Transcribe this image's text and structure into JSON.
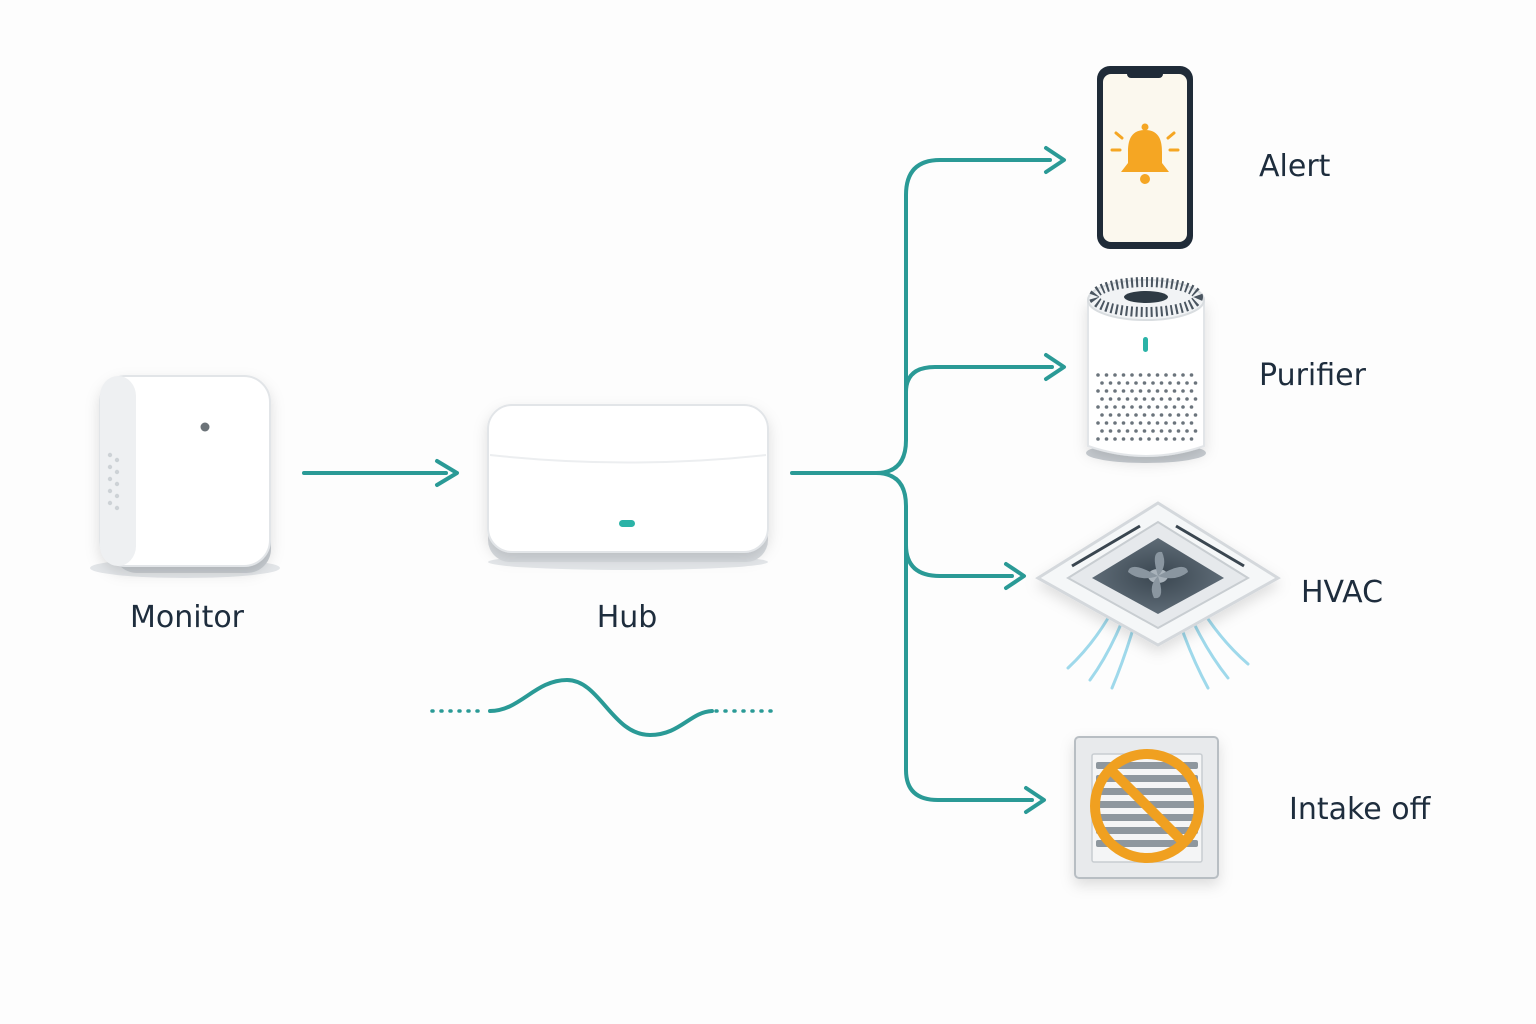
{
  "colors": {
    "connector": "#2a9a96",
    "label_text": "#1e2d3d",
    "alert_accent": "#f5a623",
    "blocked_accent": "#f0a020",
    "airflow": "#8fd3e8",
    "device_body": "#ffffff",
    "device_shadow": "#d4d8dc"
  },
  "nodes": {
    "monitor": {
      "label": "Monitor",
      "icon": "air-quality-monitor-icon"
    },
    "hub": {
      "label": "Hub",
      "icon": "smart-hub-icon"
    }
  },
  "signal": {
    "icon": "wireless-signal-wave-icon"
  },
  "outputs": [
    {
      "label": "Alert",
      "icon": "phone-bell-icon"
    },
    {
      "label": "Purifier",
      "icon": "air-purifier-icon"
    },
    {
      "label": "HVAC",
      "icon": "ceiling-hvac-vent-icon"
    },
    {
      "label": "Intake off",
      "icon": "blocked-intake-vent-icon"
    }
  ]
}
